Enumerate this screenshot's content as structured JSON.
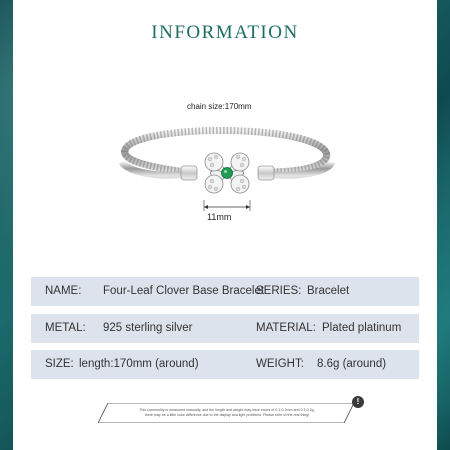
{
  "title": "INFORMATION",
  "chain_label": "chain size:170mm",
  "clasp_label": "11mm",
  "rows": {
    "name_label": "NAME:",
    "name_value": "Four-Leaf Clover Base Bracelet",
    "series_label": "SERIES:",
    "series_value": "Bracelet",
    "metal_label": "METAL:",
    "metal_value": "925 sterling silver",
    "material_label": "MATERIAL:",
    "material_value": "Plated platinum",
    "size_label": "SIZE:",
    "size_value": "length:170mm (around)",
    "weight_label": "WEIGHT:",
    "weight_value": "8.6g (around)"
  },
  "notice": {
    "line1": "This commodity is measured manually, and the length and weight may have errors of 0.1-0.2mm and 0.1-0.2g,",
    "line2": "there may be a little color difference due to the display and light problems. Please refer to the real thing!",
    "icon": "exclamation-icon"
  },
  "colors": {
    "title": "#1d6d62",
    "row_background": "#dde3ec",
    "gem": "#1f9d55"
  }
}
